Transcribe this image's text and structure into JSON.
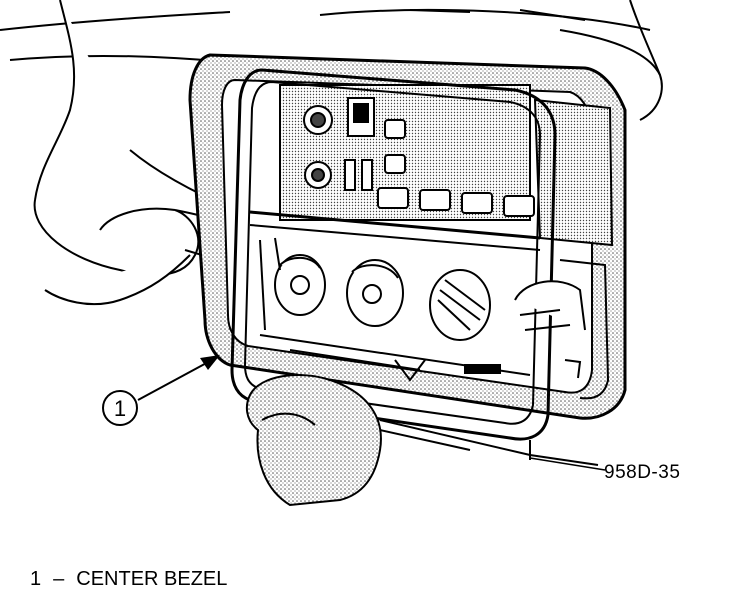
{
  "callout": {
    "number": "1"
  },
  "figure_ref": "958D-35",
  "legend": [
    {
      "number": "1",
      "separator": "–",
      "label": "CENTER BEZEL"
    }
  ],
  "colors": {
    "ink": "#000000",
    "paper": "#ffffff",
    "stipple": "#8a8a8a"
  }
}
